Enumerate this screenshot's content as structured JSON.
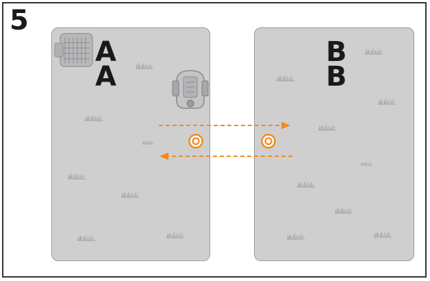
{
  "step": {
    "number": "5"
  },
  "zones": [
    {
      "id": "A",
      "label_top": "A",
      "label_bottom": "A"
    },
    {
      "id": "B",
      "label_top": "B",
      "label_bottom": "B"
    }
  ],
  "colors": {
    "zone_fill": "#cfcfd0",
    "zone_border": "#9a9a9c",
    "arrow": "#f28a1e",
    "text": "#1a1a1a"
  },
  "icons": [
    "charging-station-icon",
    "robotic-mower-icon",
    "guide-wire-passage-icon",
    "grass-tuft-icon"
  ]
}
